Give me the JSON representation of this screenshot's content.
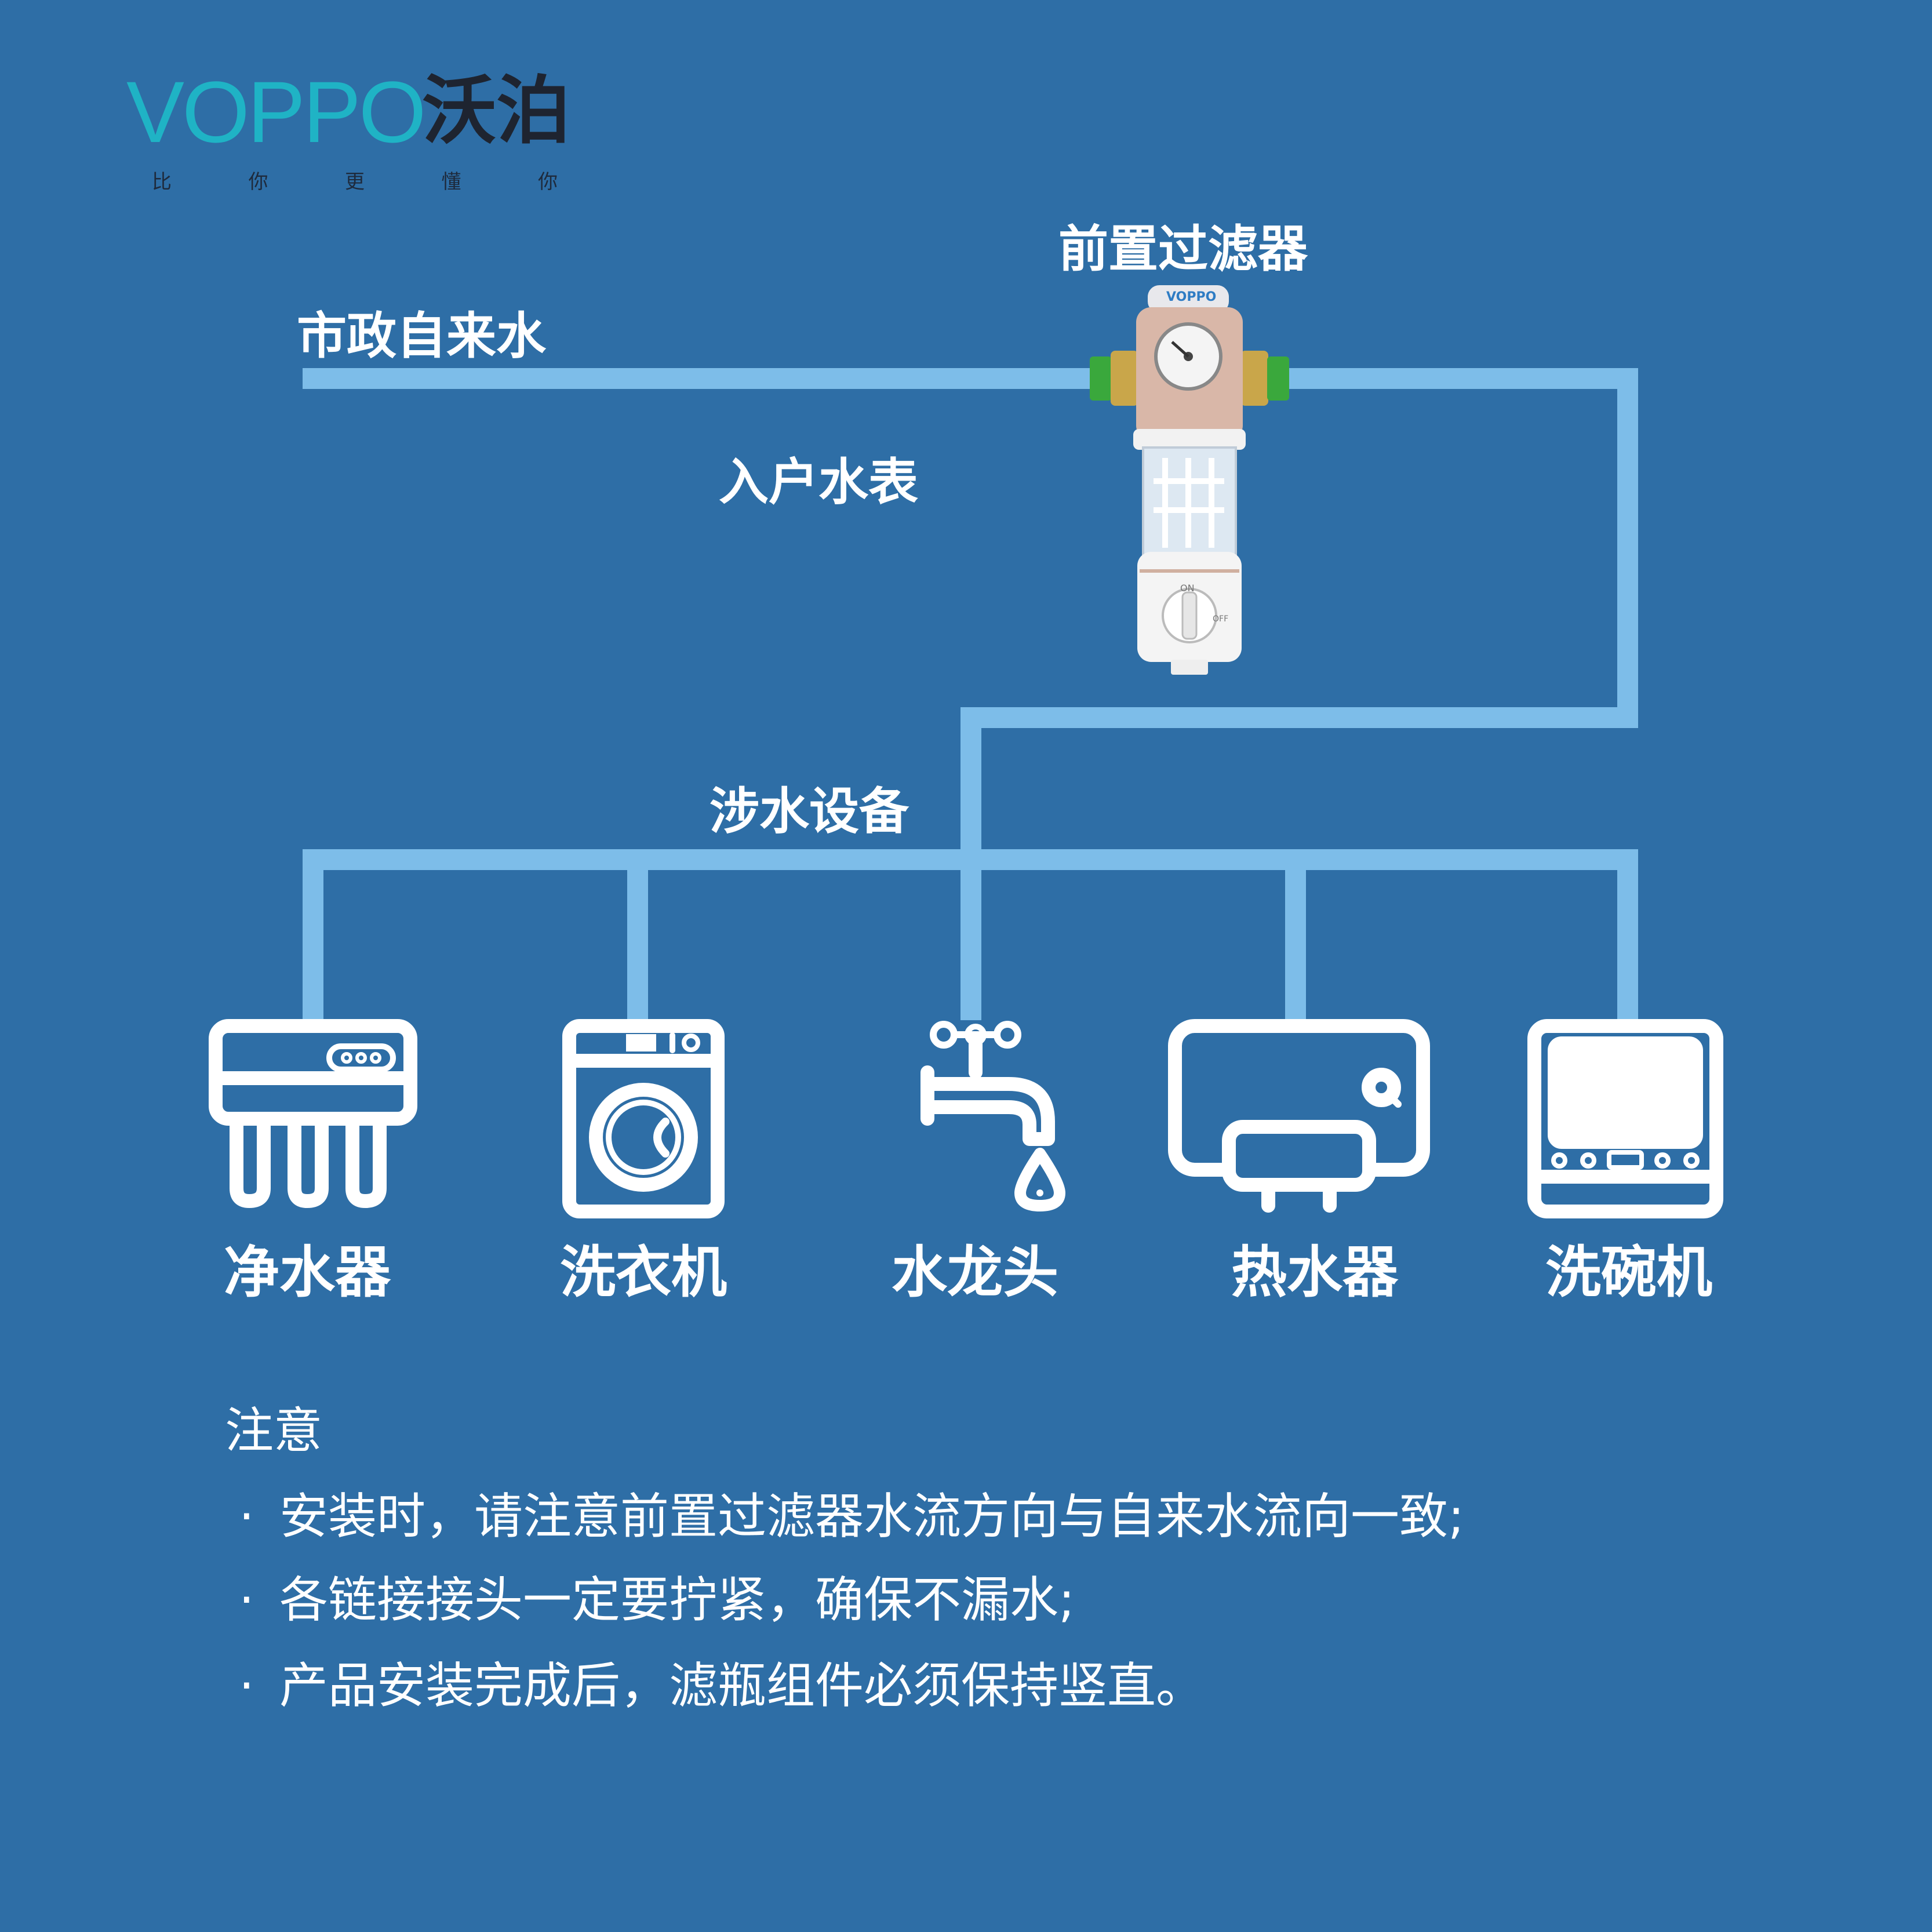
{
  "brand": {
    "logo_en": "VOPPO",
    "logo_cn": "沃泊",
    "slogan": [
      "比",
      "你",
      "更",
      "懂",
      "你"
    ]
  },
  "labels": {
    "municipal_water": "市政自来水",
    "pre_filter": "前置过滤器",
    "water_meter": "入户水表",
    "water_devices": "涉水设备"
  },
  "filter_device": {
    "brand_mark": "VOPPO",
    "dial_on": "ON",
    "dial_off": "OFF"
  },
  "devices": [
    {
      "label": "净水器",
      "icon": "water-purifier-icon"
    },
    {
      "label": "洗衣机",
      "icon": "washing-machine-icon"
    },
    {
      "label": "水龙头",
      "icon": "faucet-icon"
    },
    {
      "label": "热水器",
      "icon": "water-heater-icon"
    },
    {
      "label": "洗碗机",
      "icon": "dishwasher-icon"
    }
  ],
  "notes": {
    "title": "注意",
    "bullet": "·",
    "items": [
      "安装时，请注意前置过滤器水流方向与自来水流向一致;",
      "各链接接头一定要拧紧，确保不漏水;",
      "产品安装完成后，滤瓶组件必须保持竖直。"
    ]
  },
  "colors": {
    "background": "#2e6ea6",
    "pipe": "#7dbde9",
    "logo_en": "#1fb3c5",
    "text": "#ffffff"
  }
}
